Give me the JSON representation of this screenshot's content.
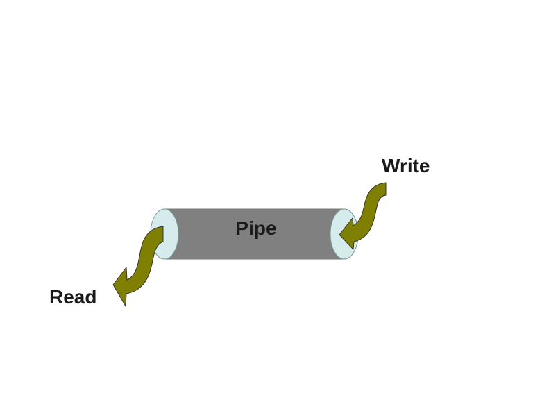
{
  "labels": {
    "pipe": "Pipe",
    "write": "Write",
    "read": "Read"
  },
  "colors": {
    "pipe_body": "#808080",
    "pipe_end": "#d6ecec",
    "arrow_fill": "#808000",
    "outline": "#333333",
    "text": "#1a1a1a"
  }
}
